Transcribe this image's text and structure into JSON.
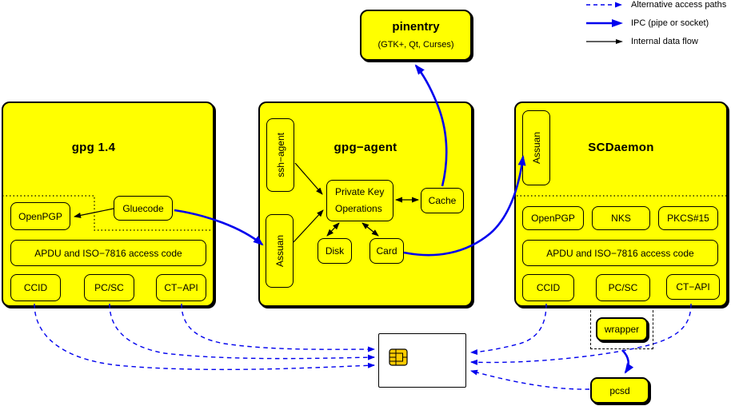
{
  "colors": {
    "box_fill": "#ffff00",
    "border": "#000000",
    "ipc_blue": "#0000ee",
    "card_fill": "#ffffff",
    "chip_gold": "#ffcc00"
  },
  "legend": {
    "items": [
      {
        "label": "Alternative access paths",
        "style": "dashed-blue-arrow"
      },
      {
        "label": "IPC (pipe or socket)",
        "style": "thick-blue-arrow"
      },
      {
        "label": "Internal data flow",
        "style": "thin-black-arrow"
      }
    ]
  },
  "pinentry": {
    "title": "pinentry",
    "subtitle": "(GTK+, Qt, Curses)"
  },
  "gpg14": {
    "title": "gpg 1.4",
    "openpgp": "OpenPGP",
    "gluecode": "Gluecode",
    "apdu": "APDU and ISO−7816 access code",
    "ccid": "CCID",
    "pcsc": "PC/SC",
    "ctapi": "CT−API"
  },
  "agent": {
    "title": "gpg−agent",
    "ssh_agent": "ssh−agent",
    "assuan": "Assuan",
    "pko_line1": "Private Key",
    "pko_line2": "Operations",
    "cache": "Cache",
    "disk": "Disk",
    "card": "Card"
  },
  "scdaemon": {
    "title": "SCDaemon",
    "assuan": "Assuan",
    "openpgp": "OpenPGP",
    "nks": "NKS",
    "pkcs15": "PKCS#15",
    "apdu": "APDU and ISO−7816 access code",
    "ccid": "CCID",
    "pcsc": "PC/SC",
    "ctapi": "CT−API"
  },
  "external": {
    "wrapper": "wrapper",
    "pcsd": "pcsd"
  }
}
